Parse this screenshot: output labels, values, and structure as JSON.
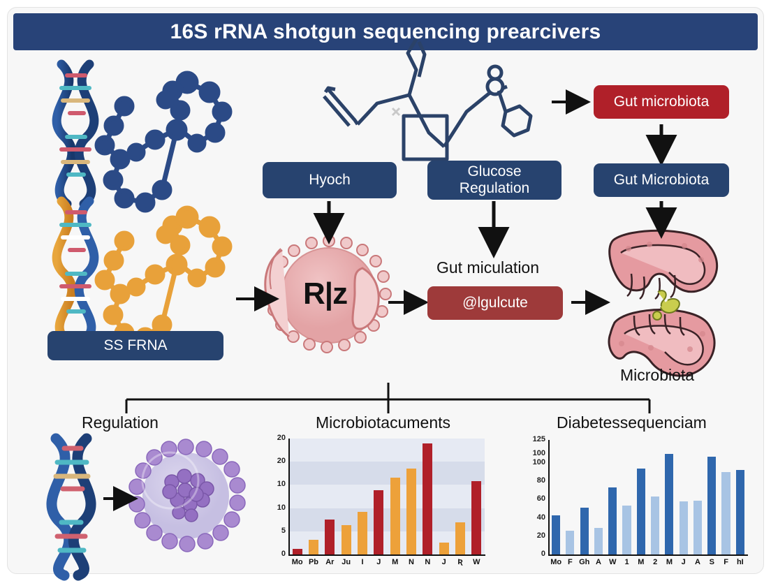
{
  "header": {
    "title": "16S rRNA shotgun sequencing prearcivers"
  },
  "colors": {
    "navy": "#27436f",
    "header_navy": "#284378",
    "red": "#b02029",
    "dark_red": "#9e3a3a",
    "orange": "#eda13a",
    "bar_blue_dark": "#2f67ad",
    "bar_blue_light": "#a8c4e4",
    "cell_pink": "#e8aeb0",
    "purple": "#9a7cc4",
    "canvas": "#f7f7f7"
  },
  "nodes": {
    "ss_frna": "SS FRNA",
    "hyoch": "Hyoch",
    "glucose_regulation": "Glucose\nRegulation",
    "gut_microbiota_red": "Gut microbiota",
    "gut_microbiota_blue": "Gut Microbiota",
    "cell_label": "R|z",
    "gut_miculation": "Gut miculation",
    "algulcute": "@lgulcute",
    "microbiota_caption": "Microbiota"
  },
  "sections": {
    "left": "Regulation",
    "middle": "Microbiotacuments",
    "right": "Diabetessequenciam"
  },
  "chart_data": [
    {
      "type": "bar",
      "title": "Microbiotacuments",
      "categories": [
        "Mo",
        "Pb",
        "Ar",
        "Ju",
        "I",
        "J",
        "M",
        "N",
        "N",
        "J",
        "Ʀ",
        "W"
      ],
      "values": [
        1.2,
        3.2,
        7.5,
        6.3,
        9.2,
        13.8,
        16.5,
        18.5,
        24.0,
        2.6,
        6.9,
        15.8
      ],
      "bar_colors": [
        "red",
        "orange",
        "red",
        "orange",
        "orange",
        "red",
        "orange",
        "orange",
        "red",
        "orange",
        "orange",
        "red"
      ],
      "ytick_labels": [
        "20",
        "20",
        "10",
        "10",
        "5",
        "0"
      ],
      "ytick_values": [
        25,
        20,
        15,
        10,
        5,
        0
      ],
      "ylim": [
        0,
        25
      ],
      "xlabel": "",
      "ylabel": "",
      "grid": true,
      "plot_background": "#dfe4ef"
    },
    {
      "type": "bar",
      "title": "Diabetessequenciam",
      "categories": [
        "Mo",
        "F",
        "Gh",
        "A",
        "W",
        "1",
        "M",
        "2",
        "M",
        "J",
        "A",
        "S",
        "F",
        "hI"
      ],
      "values": [
        43,
        26,
        51,
        29,
        73,
        53,
        94,
        63,
        110,
        58,
        59,
        107,
        90,
        92
      ],
      "bar_colors": [
        "dark",
        "light",
        "dark",
        "light",
        "dark",
        "light",
        "dark",
        "light",
        "dark",
        "light",
        "light",
        "dark",
        "light",
        "dark"
      ],
      "ytick_labels": [
        "125",
        "100",
        "100",
        "80",
        "60",
        "40",
        "20",
        "0"
      ],
      "ytick_values": [
        125,
        110,
        100,
        80,
        60,
        40,
        20,
        0
      ],
      "ylim": [
        0,
        125
      ],
      "xlabel": "",
      "ylabel": "",
      "grid": false,
      "plot_background": "#f7f7f7"
    }
  ]
}
